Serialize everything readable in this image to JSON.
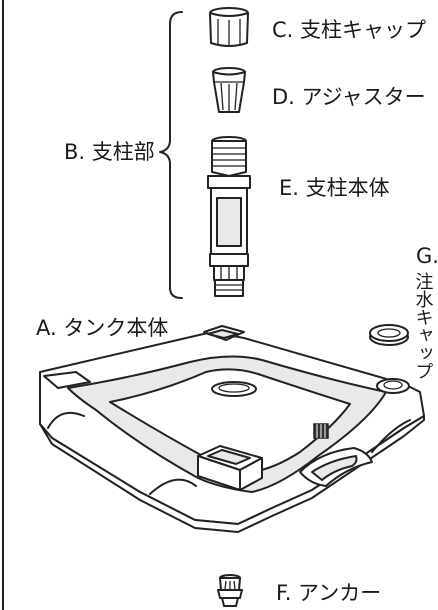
{
  "labels": {
    "pillar_cap": "C. 支柱キャップ",
    "adjuster": "D. アジャスター",
    "pillar_body": "E. 支柱本体",
    "pillar_section": "B. 支柱部",
    "tank_body": "A. タンク本体",
    "fill_cap_letter": "G.",
    "fill_cap_text": "注水キャップ",
    "anchor": "F. アンカー"
  }
}
